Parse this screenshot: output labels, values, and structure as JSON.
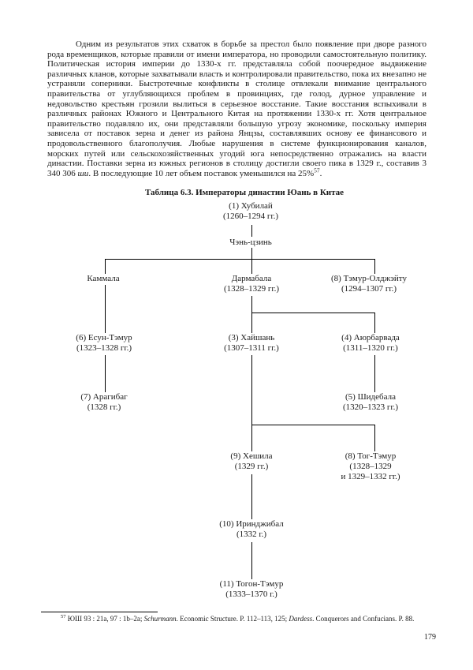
{
  "colors": {
    "background": "#ffffff",
    "text": "#1a1a1a",
    "tree_lines": "#000000"
  },
  "paragraph": {
    "part1": "Одним из результатов этих схваток в борьбе за престол было появление при дворе разного рода временщиков, которые правили от имени императора, но проводили самостоятельную политику. Политическая история империи до 1330-х гг. представляла собой поочередное выдвижение различных кланов, которые захватывали власть и контролировали правительство, пока их внезапно не устраняли соперники. Быстротечные конфликты в столице отвлекали внимание центрального правительства от углубляющихся проблем в провинциях, где голод, дурное управление и недовольство крестьян грозили вылиться в серьезное восстание. Такие восстания вспыхивали в различных районах Южного и Центрального Китая на протяжении 1330-х гг. Хотя центральное правительство подавляло их, они представляли большую угрозу экономике, поскольку империя зависела от поставок зерна и денег из района Янцзы, составлявших основу ее финансового и продовольственного благополучия. Любые нарушения в системе функционирования каналов, морских путей или сельскохозяйственных угодий юга непосредственно отражались на власти династии. Поставки зерна из южных регионов в столицу достигли своего пика в 1329 г., составив 3 340 306 ",
    "italic_term": "ши",
    "part2": ". В последующие 10 лет объем поставок уменьшился на 25%",
    "footnote_ref": "57",
    "part3": "."
  },
  "tree": {
    "title": "Таблица 6.3. Императоры династии Юань в Китае",
    "nodes": [
      {
        "label": "(1) Хубилай",
        "dates": "(1260–1294 гг.)"
      },
      {
        "label": "Чэнь-цзинь",
        "dates": ""
      },
      {
        "label": "Каммала",
        "dates": ""
      },
      {
        "label": "Дармабала",
        "dates": "(1328–1329 гг.)"
      },
      {
        "label": "(8) Тэмур-Олджэйту",
        "dates": "(1294–1307 гг.)"
      },
      {
        "label": "(6) Есун-Тэмур",
        "dates": "(1323–1328 гг.)"
      },
      {
        "label": "(3) Хайшань",
        "dates": "(1307–1311 гг.)"
      },
      {
        "label": "(4) Аюрбарвада",
        "dates": "(1311–1320 гг.)"
      },
      {
        "label": "(7) Арагибаг",
        "dates": "(1328 гг.)"
      },
      {
        "label": "(5) Шидебала",
        "dates": "(1320–1323 гг.)"
      },
      {
        "label": "(9) Хешила",
        "dates": "(1329 гг.)"
      },
      {
        "label": "(8) Тог-Тэмур",
        "dates": "(1328–1329",
        "dates2": "и 1329–1332 гг.)"
      },
      {
        "label": "(10) Иринджибал",
        "dates": "(1332 г.)"
      },
      {
        "label": "(11) Тогон-Тэмур",
        "dates": "(1333–1370 г.)"
      }
    ]
  },
  "footnote": {
    "ref": "57",
    "part1": " ЮШ 93 : 21a, 97 : 1b–2a; ",
    "italic1": "Schurmann",
    "part2": ". Economic Structure. P. 112–113, 125; ",
    "italic2": "Dardess",
    "part3": ". Conquerors and Confucians. P. 88."
  },
  "page_number": "179"
}
